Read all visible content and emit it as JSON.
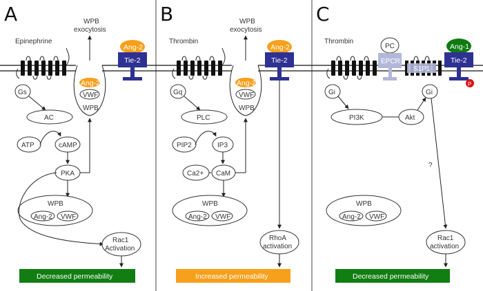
{
  "panels": {
    "A": {
      "letter": "A",
      "ligand": "Epinephrine",
      "exocytosis_1": "WPB",
      "exocytosis_2": "exocytosis",
      "ang_membrane": "Ang-2",
      "receptor": "Tie-2",
      "vesicle_ang": "Ang-2",
      "vesicle_vwf": "VWF",
      "vesicle_wpb": "WPB",
      "g_protein": "Gs",
      "enzyme": "AC",
      "substrate": "ATP",
      "product": "cAMP",
      "kinase": "PKA",
      "wpb_store": "WPB",
      "store_ang": "Ang-2",
      "store_vwf": "VWF",
      "rac_1": "Rac1",
      "rac_2": "Activation",
      "outcome": "Decreased permeability"
    },
    "B": {
      "letter": "B",
      "ligand": "Thrombin",
      "exocytosis_1": "WPB",
      "exocytosis_2": "exocytosis",
      "ang_membrane": "Ang-2",
      "receptor": "Tie-2",
      "vesicle_ang": "Ang-2",
      "vesicle_vwf": "VWF",
      "vesicle_wpb": "WPB",
      "g_protein": "Gq",
      "enzyme": "PLC",
      "substrate": "PIP2",
      "product": "IP3",
      "calcium": "Ca2+",
      "calmodulin": "CaM",
      "wpb_store": "WPB",
      "store_ang": "Ang-2",
      "store_vwf": "VWF",
      "rho_1": "RhoA",
      "rho_2": "activation",
      "outcome": "Increased permeability"
    },
    "C": {
      "letter": "C",
      "ligand": "Thrombin",
      "pc": "PC",
      "epcr": "EPCR",
      "s1p1": "S1P1",
      "ang_membrane": "Ang-1",
      "receptor": "Tie-2",
      "phospho": "P",
      "gi_left": "Gi",
      "gi_right": "Gi",
      "pi3k": "PI3K",
      "akt": "Akt",
      "question": "?",
      "wpb_store": "WPB",
      "store_ang": "Ang-2",
      "store_vwf": "VWF",
      "rac_1": "Rac1",
      "rac_2": "activation",
      "outcome": "Decreased permeability"
    }
  },
  "colors": {
    "green": "#127d12",
    "orange": "#f7a01c",
    "tie2": "#2e3192",
    "epcr": "#b3b8d9",
    "phospho": "#e01010",
    "ang1": "#0f7a10"
  }
}
